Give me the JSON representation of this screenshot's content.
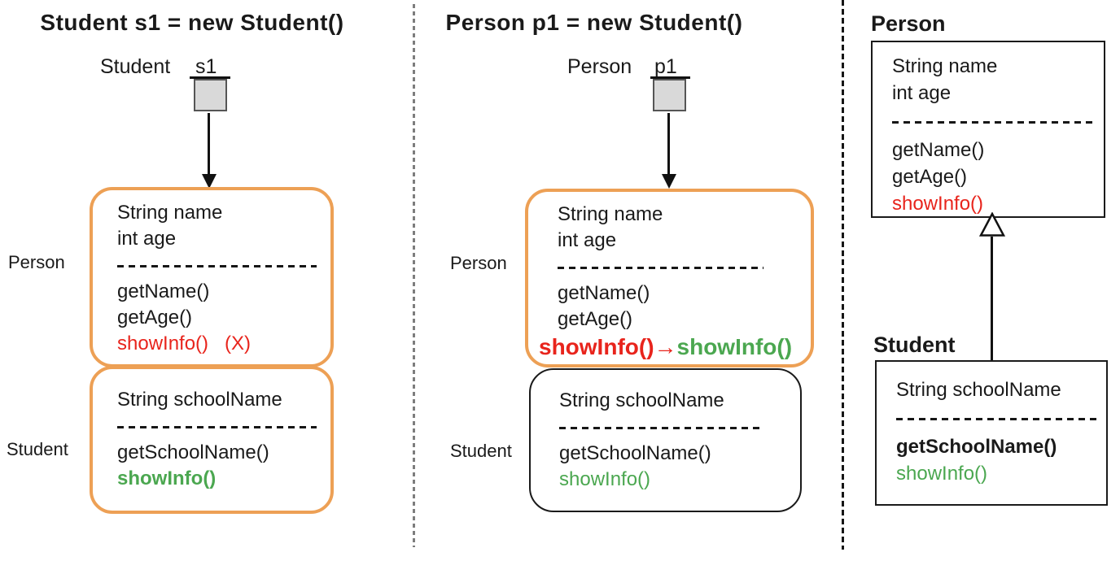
{
  "left": {
    "title": "Student s1 = new Student()",
    "ref": {
      "class_name": "Student",
      "var_name": "s1"
    },
    "person_side_label": "Person",
    "student_side_label": "Student",
    "person_box": {
      "field1": "String name",
      "field2": "int age",
      "method1": "getName()",
      "method2": "getAge()",
      "method3": "showInfo()",
      "method3_note": "(X)"
    },
    "student_box": {
      "field1": "String schoolName",
      "method1": "getSchoolName()",
      "method2": "showInfo()"
    }
  },
  "middle": {
    "title": "Person p1 = new Student()",
    "ref": {
      "class_name": "Person",
      "var_name": "p1"
    },
    "person_side_label": "Person",
    "student_side_label": "Student",
    "person_box": {
      "field1": "String name",
      "field2": "int age",
      "method1": "getName()",
      "method2": "getAge()",
      "method3_red": "showInfo()",
      "method3_arrow": "→",
      "method3_green": "showInfo()"
    },
    "student_box": {
      "field1": "String schoolName",
      "method1": "getSchoolName()",
      "method2": "showInfo()"
    }
  },
  "right": {
    "person_heading": "Person",
    "student_heading": "Student",
    "person_box": {
      "field1": "String name",
      "field2": "int age",
      "method1": "getName()",
      "method2": "getAge()",
      "method3": "showInfo()"
    },
    "student_box": {
      "field1": "String schoolName",
      "method1": "getSchoolName()",
      "method2": "showInfo()"
    }
  },
  "colors": {
    "highlight_orange": "#EDA055",
    "hidden_method_red": "#E8241C",
    "override_method_green": "#4BA750",
    "reference_square_fill": "#D9D9D9"
  }
}
